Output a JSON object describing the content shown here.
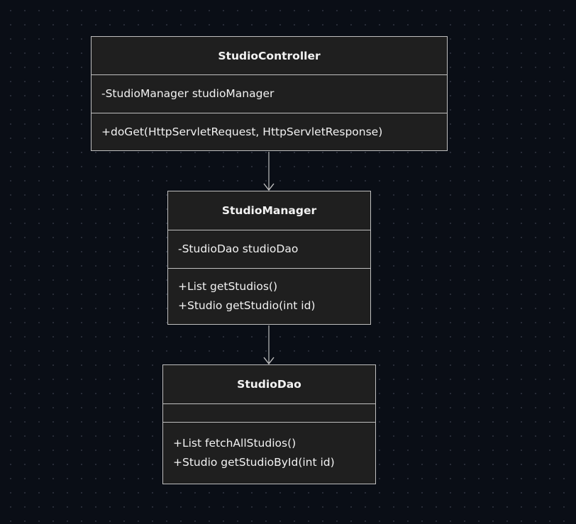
{
  "classes": [
    {
      "name": "StudioController",
      "attributes": [
        "-StudioManager studioManager"
      ],
      "methods": [
        "+doGet(HttpServletRequest, HttpServletResponse)"
      ]
    },
    {
      "name": "StudioManager",
      "attributes": [
        "-StudioDao studioDao"
      ],
      "methods": [
        "+List getStudios()",
        "+Studio getStudio(int id)"
      ]
    },
    {
      "name": "StudioDao",
      "attributes": [],
      "methods": [
        "+List fetchAllStudios()",
        "+Studio getStudioById(int id)"
      ]
    }
  ],
  "relations": [
    {
      "from": "StudioController",
      "to": "StudioManager"
    },
    {
      "from": "StudioManager",
      "to": "StudioDao"
    }
  ],
  "colors": {
    "background": "#0a0e16",
    "box_fill": "#1f1f1f",
    "border": "#bfbfbf",
    "text": "#f2f2f2"
  }
}
